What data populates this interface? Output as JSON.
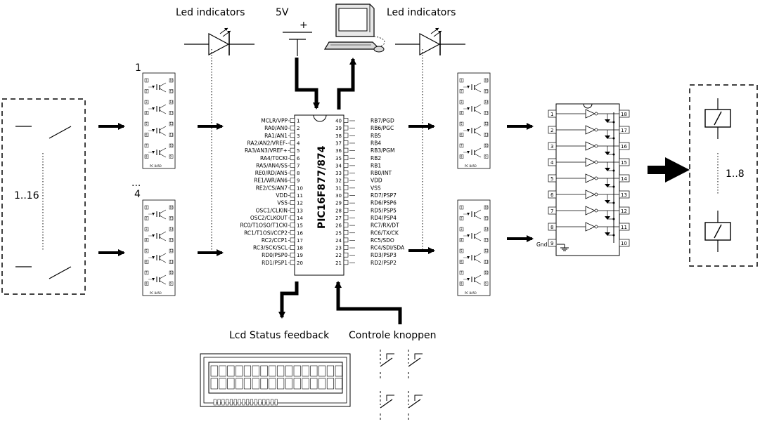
{
  "labels": {
    "led_left": "Led indicators",
    "led_right": "Led indicators",
    "supply": "5V",
    "supply_plus": "+",
    "lcd": "Lcd Status feedback",
    "buttons": "Controle knoppen",
    "inputs_range": "1..16",
    "outputs_range": "1..8",
    "opto_first": "1",
    "opto_last": "4",
    "opto_dots": "...",
    "mcu_name": "PIC16F877/874",
    "gnd": "Gnd",
    "ic_tag": "PC 8450"
  },
  "mcu_left_pins": [
    {
      "no": "1",
      "name": "MCLR/VPP"
    },
    {
      "no": "2",
      "name": "RA0/AN0"
    },
    {
      "no": "3",
      "name": "RA1/AN1"
    },
    {
      "no": "4",
      "name": "RA2/AN2/VREF-"
    },
    {
      "no": "5",
      "name": "RA3/AN3/VREF+"
    },
    {
      "no": "6",
      "name": "RA4/T0CKI"
    },
    {
      "no": "7",
      "name": "RA5/AN4/SS"
    },
    {
      "no": "8",
      "name": "RE0/RD/AN5"
    },
    {
      "no": "9",
      "name": "RE1/WR/AN6"
    },
    {
      "no": "10",
      "name": "RE2/CS/AN7"
    },
    {
      "no": "11",
      "name": "VDD"
    },
    {
      "no": "12",
      "name": "VSS"
    },
    {
      "no": "13",
      "name": "OSC1/CLKIN"
    },
    {
      "no": "14",
      "name": "OSC2/CLKOUT"
    },
    {
      "no": "15",
      "name": "RC0/T1OSO/T1CKI"
    },
    {
      "no": "16",
      "name": "RC1/T1OSI/CCP2"
    },
    {
      "no": "17",
      "name": "RC2/CCP1"
    },
    {
      "no": "18",
      "name": "RC3/SCK/SCL"
    },
    {
      "no": "19",
      "name": "RD0/PSP0"
    },
    {
      "no": "20",
      "name": "RD1/PSP1"
    }
  ],
  "mcu_right_pins": [
    {
      "no": "40",
      "name": "RB7/PGD"
    },
    {
      "no": "39",
      "name": "RB6/PGC"
    },
    {
      "no": "38",
      "name": "RB5"
    },
    {
      "no": "37",
      "name": "RB4"
    },
    {
      "no": "36",
      "name": "RB3/PGM"
    },
    {
      "no": "35",
      "name": "RB2"
    },
    {
      "no": "34",
      "name": "RB1"
    },
    {
      "no": "33",
      "name": "RB0/INT"
    },
    {
      "no": "32",
      "name": "VDD"
    },
    {
      "no": "31",
      "name": "VSS"
    },
    {
      "no": "30",
      "name": "RD7/PSP7"
    },
    {
      "no": "29",
      "name": "RD6/PSP6"
    },
    {
      "no": "28",
      "name": "RD5/PSP5"
    },
    {
      "no": "27",
      "name": "RD4/PSP4"
    },
    {
      "no": "26",
      "name": "RC7/RX/DT"
    },
    {
      "no": "25",
      "name": "RC6/TX/CK"
    },
    {
      "no": "24",
      "name": "RC5/SDO"
    },
    {
      "no": "23",
      "name": "RC4/SDI/SDA"
    },
    {
      "no": "22",
      "name": "RD3/PSP3"
    },
    {
      "no": "21",
      "name": "RD2/PSP2"
    }
  ],
  "driver_left_pins": [
    "1",
    "2",
    "3",
    "4",
    "5",
    "6",
    "7",
    "8",
    "9"
  ],
  "driver_right_pins": [
    "18",
    "17",
    "16",
    "15",
    "14",
    "13",
    "12",
    "11",
    "10"
  ],
  "opto_left_pins": [
    "1",
    "2",
    "3",
    "4",
    "5",
    "6",
    "7",
    "8"
  ],
  "opto_right_pins": [
    "16",
    "15",
    "14",
    "13",
    "12",
    "11",
    "10",
    "9"
  ]
}
